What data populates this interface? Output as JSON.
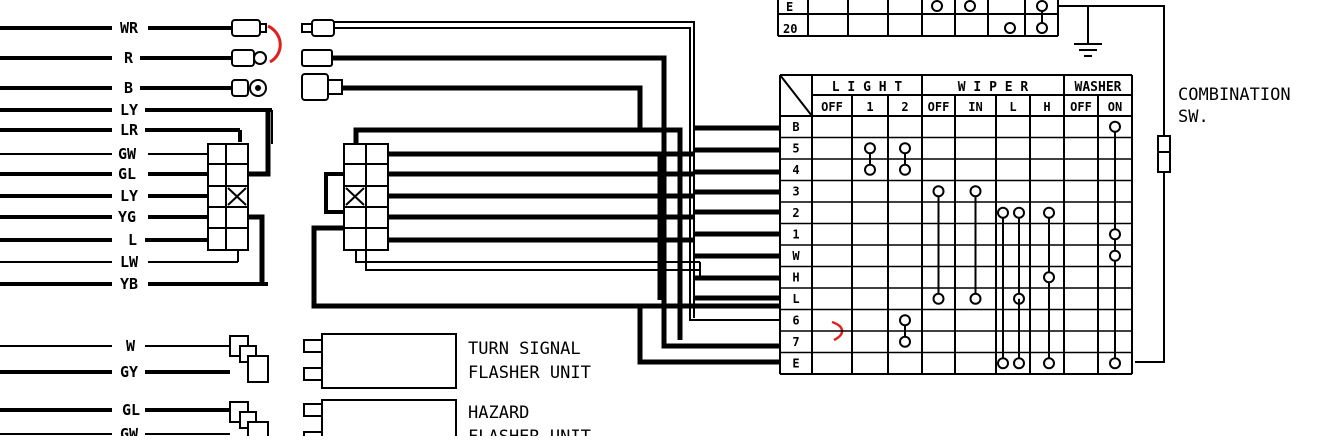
{
  "wire_labels_top": [
    "WR",
    "R",
    "B",
    "LY",
    "LR",
    "GW",
    "GL",
    "LY",
    "YG",
    "L",
    "LW",
    "YB"
  ],
  "wire_labels_bottom": [
    "W",
    "GY",
    "GL",
    "GW"
  ],
  "switch_table": {
    "header_groups": [
      "LIGHT",
      "WIPER",
      "WASHER"
    ],
    "header_cols": [
      "OFF",
      "1",
      "2",
      "OFF",
      "IN",
      "L",
      "H",
      "OFF",
      "ON"
    ],
    "rows": [
      "B",
      "5",
      "4",
      "3",
      "2",
      "1",
      "W",
      "H",
      "L",
      "6",
      "7",
      "E"
    ],
    "top_partial_rows": [
      "E",
      "20"
    ]
  },
  "labels": {
    "combination_sw_1": "COMBINATION",
    "combination_sw_2": "SW.",
    "turn_signal_1": "TURN SIGNAL",
    "turn_signal_2": "FLASHER UNIT",
    "hazard_1": "HAZARD",
    "hazard_2": "FLASHER UNIT"
  },
  "colors": {
    "ink": "#000000",
    "annotation": "#e0201f",
    "paper": "#ffffff"
  }
}
